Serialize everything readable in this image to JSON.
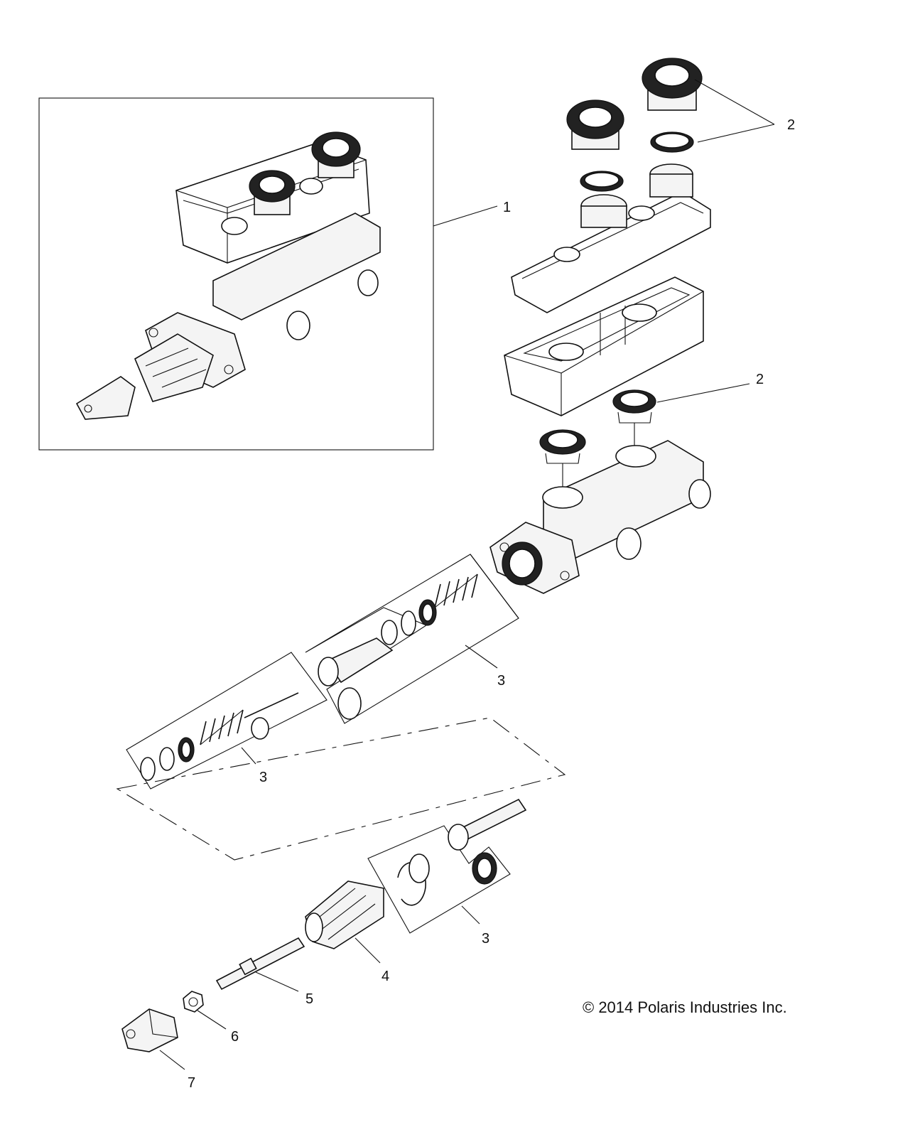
{
  "callouts": {
    "c1": "1",
    "c2a": "2",
    "c2b": "2",
    "c3a": "3",
    "c3b": "3",
    "c3c": "3",
    "c4": "4",
    "c5": "5",
    "c6": "6",
    "c7": "7"
  },
  "copyright": "© 2014 Polaris Industries Inc."
}
